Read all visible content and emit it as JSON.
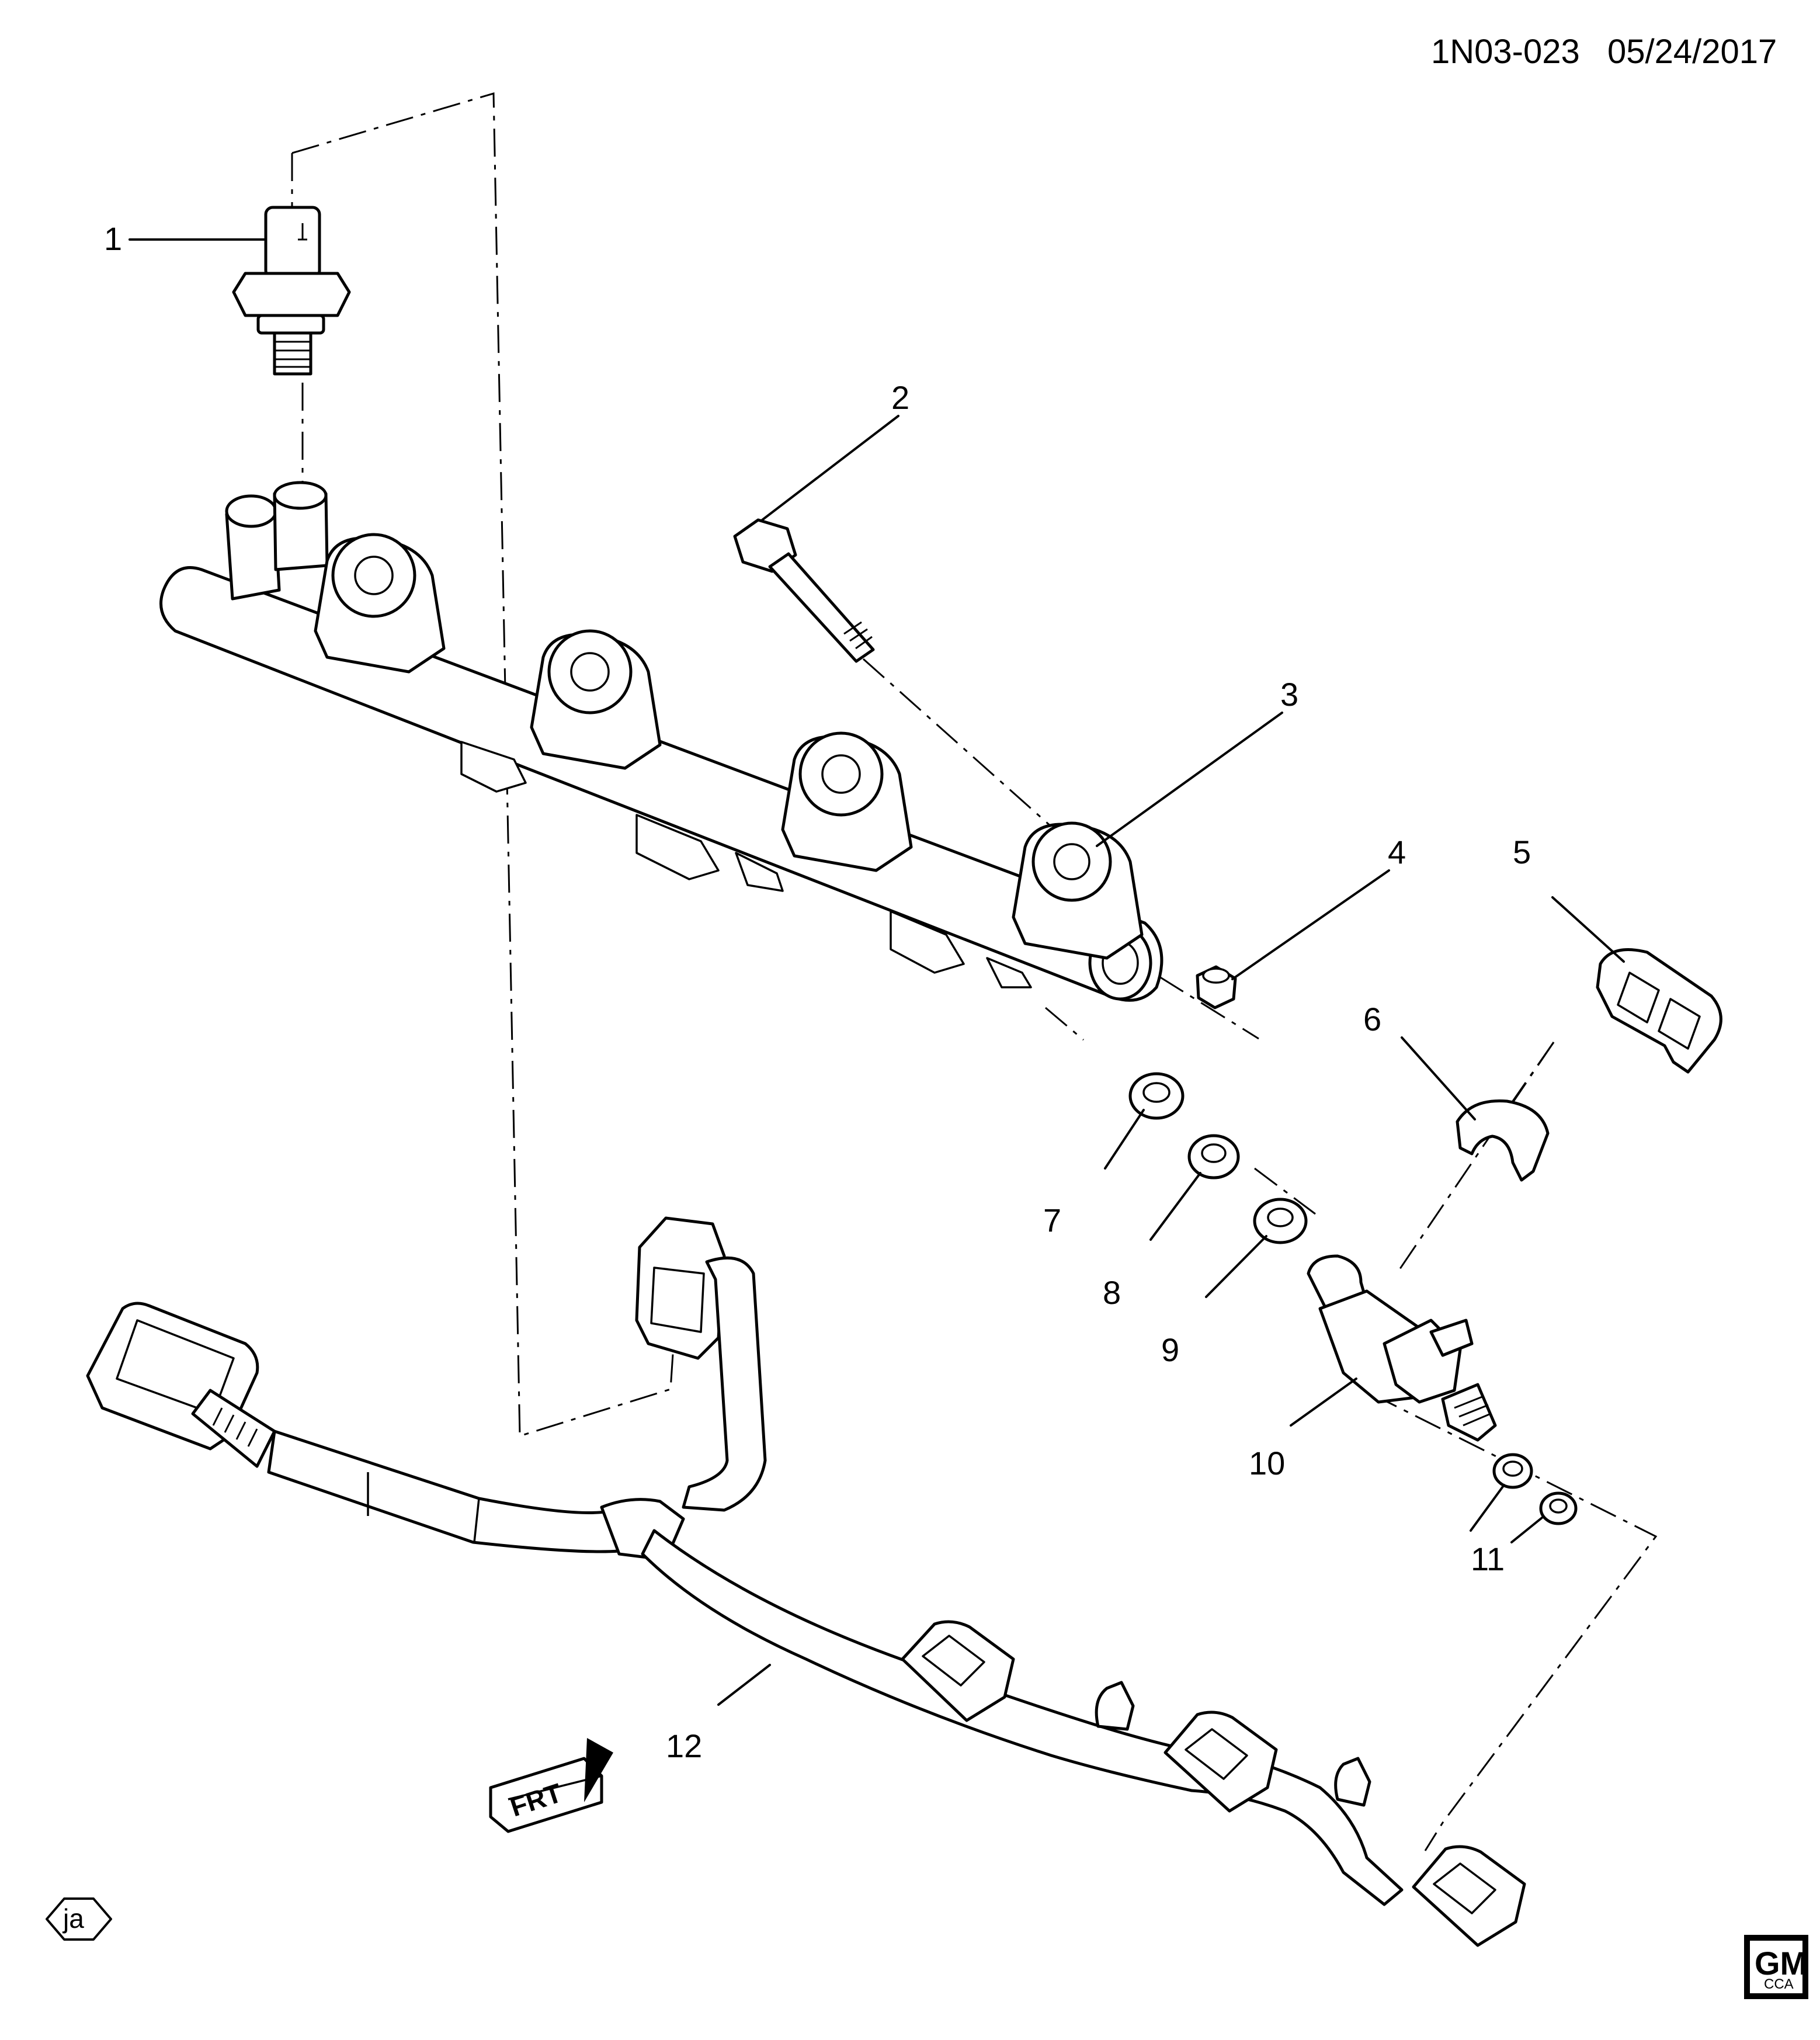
{
  "header": {
    "diagram_code": "1N03-023",
    "date": "05/24/2017"
  },
  "callouts": [
    "1",
    "2",
    "3",
    "4",
    "5",
    "6",
    "7",
    "8",
    "9",
    "10",
    "11",
    "12"
  ],
  "orientation": {
    "label": "FRT"
  },
  "stamps": {
    "ja_badge": "ja",
    "gm_logo": "GM",
    "gm_logo_sub": "CCA"
  }
}
